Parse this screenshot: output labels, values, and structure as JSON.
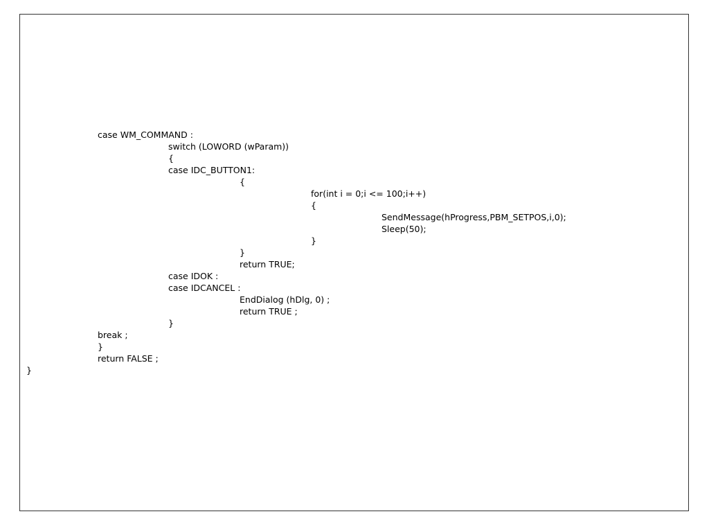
{
  "code": {
    "lines": [
      "case WM_COMMAND :",
      "switch (LOWORD (wParam))",
      "{",
      "case IDC_BUTTON1:",
      "{",
      "for(int i = 0;i <= 100;i++)",
      "{",
      "SendMessage(hProgress,PBM_SETPOS,i,0);",
      "Sleep(50);",
      "}",
      "}",
      "return TRUE;",
      "case IDOK :",
      "case IDCANCEL :",
      "EndDialog (hDlg, 0) ;",
      "return TRUE ;",
      "}",
      "break ;",
      "}",
      "return FALSE ;",
      "}"
    ]
  }
}
